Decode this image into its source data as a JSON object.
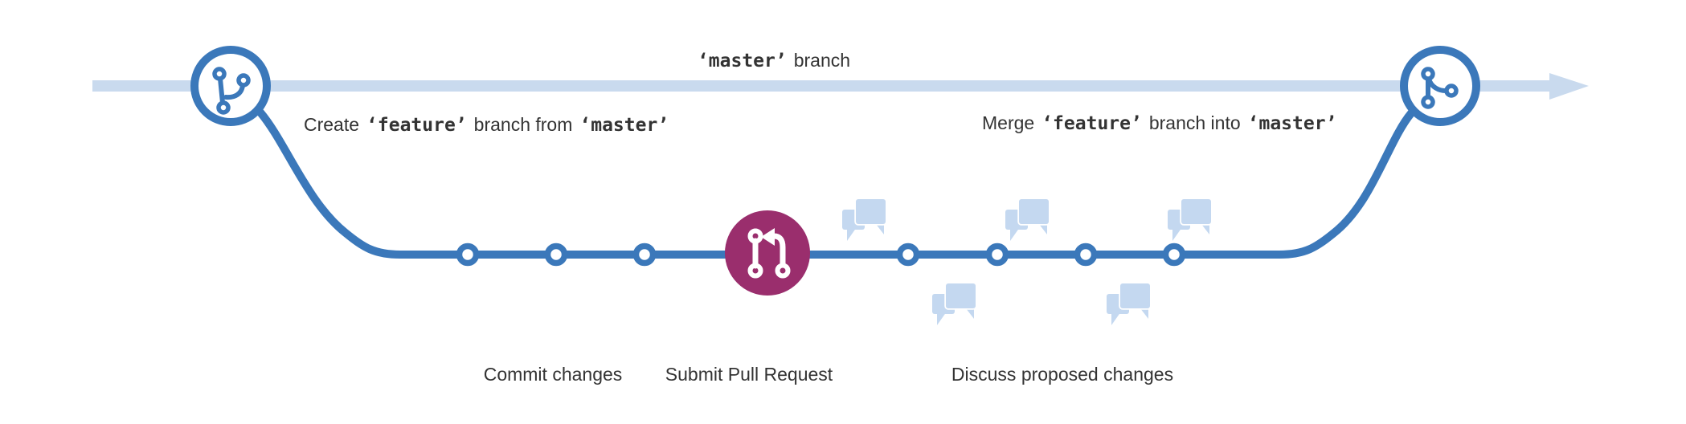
{
  "colors": {
    "background": "#ffffff",
    "master_line": "#c9daee",
    "branch_blue": "#3b78ba",
    "pr_magenta": "#9a2e6d",
    "bubble_blue": "#c4d8f0",
    "text": "#333333"
  },
  "labels": {
    "master_branch": {
      "code": "‘master’",
      "suffix": "branch"
    },
    "create_branch": {
      "prefix": "Create",
      "code_feature": "‘feature’",
      "middle": "branch from",
      "code_master": "‘master’"
    },
    "merge_branch": {
      "prefix": "Merge",
      "code_feature": "‘feature’",
      "middle": "branch into",
      "code_master": "‘master’"
    },
    "step_commit": "Commit changes",
    "step_submit": "Submit Pull Request",
    "step_discuss": "Discuss proposed changes"
  },
  "icons": {
    "left_node": "git-branch-icon",
    "right_node": "git-merge-icon",
    "center_node": "git-pull-request-icon",
    "discussion": "speech-bubbles-icon",
    "arrow": "arrow-right"
  },
  "structure": {
    "flow_direction": "left-to-right",
    "commit_dots_before_pull_request": 3,
    "commit_dots_after_pull_request": 4,
    "discussion_bubbles_above_line": 3,
    "discussion_bubbles_below_line": 2
  }
}
